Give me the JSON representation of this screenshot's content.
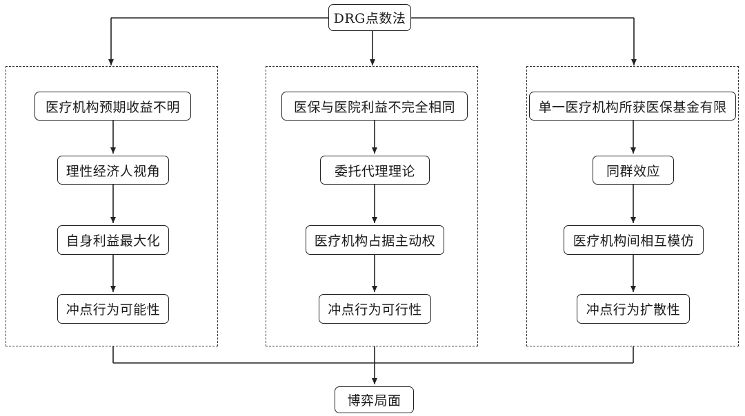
{
  "top": {
    "label": "DRG点数法"
  },
  "bottom": {
    "label": "博弈局面"
  },
  "columns": [
    {
      "steps": [
        "医疗机构预期收益不明",
        "理性经济人视角",
        "自身利益最大化",
        "冲点行为可能性"
      ]
    },
    {
      "steps": [
        "医保与医院利益不完全相同",
        "委托代理理论",
        "医疗机构占据主动权",
        "冲点行为可行性"
      ]
    },
    {
      "steps": [
        "单一医疗机构所获医保基金有限",
        "同群效应",
        "医疗机构间相互模仿",
        "冲点行为扩散性"
      ]
    }
  ],
  "style": {
    "line_color": "#222222",
    "border_color": "#222222",
    "background": "#ffffff"
  }
}
